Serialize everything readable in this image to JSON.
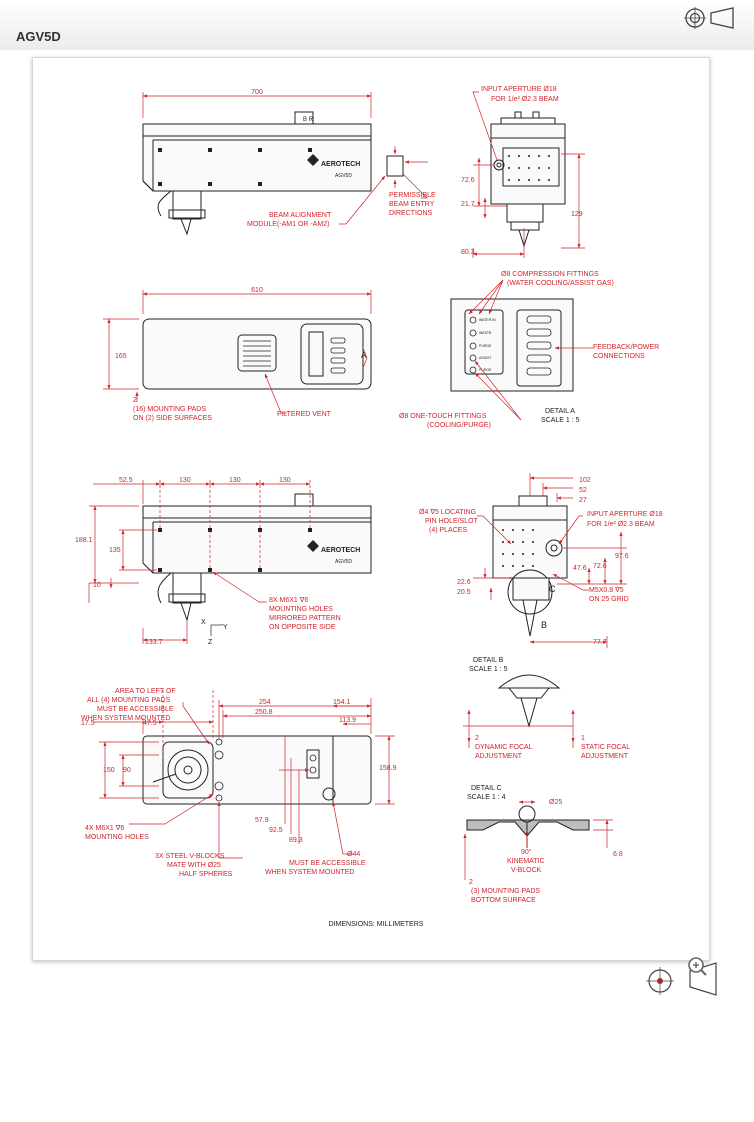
{
  "page": {
    "title": "AGV5D"
  },
  "icons": {
    "projection": "third-angle-projection-icon",
    "zoom": "zoom-in-icon"
  },
  "colors": {
    "dimension": "#d2232a",
    "outline": "#222222",
    "background": "#ffffff"
  },
  "drawing": {
    "footer": "DIMENSIONS: MILLIMETERS",
    "top": {
      "overall_length": "700",
      "left_label": "B R",
      "brand": "AEROTECH",
      "model": "AGV5D",
      "beam_module_1": "BEAM ALIGNMENT",
      "beam_module_2": "MODULE(-AM1 OR -AM2)",
      "permissible_1": "PERMISSIBLE",
      "permissible_2": "BEAM ENTRY",
      "permissible_3": "DIRECTIONS",
      "aperture_1": "INPUT APERTURE  Ø18",
      "aperture_2": "FOR 1/e² Ø2.3 BEAM",
      "d72_6": "72.6",
      "d21_7": "21.7",
      "d129": "129",
      "d80_3": "80.3"
    },
    "middle": {
      "overall_length": "610",
      "d165": "165",
      "pads_1": "2",
      "pads_2": "(16) MOUNTING PADS",
      "pads_3": "ON (2) SIDE SURFACES",
      "vent": "FILTERED VENT",
      "detail_ref": "A",
      "fittings_1": "Ø8 COMPRESSION FITTINGS",
      "fittings_2": "(WATER COOLING/ASSIST GAS)",
      "feedback_1": "FEEDBACK/POWER",
      "feedback_2": "CONNECTIONS",
      "touch_1": "Ø8 ONE-TOUCH FITTINGS",
      "touch_2": "(COOLING/PURGE)",
      "detail_a_1": "DETAIL A",
      "detail_a_2": "SCALE 1 : 5",
      "port_labels": [
        "WATER IN",
        "WATER",
        "PURGE",
        "ASSIST",
        "PURGE"
      ]
    },
    "side": {
      "d52_5": "52.5",
      "d130a": "130",
      "d130b": "130",
      "d130c": "130",
      "d188_1": "188.1",
      "d135": "135",
      "d10": "10",
      "holes_1": "8X M6X1 ∇6",
      "holes_2": "MOUNTING HOLES",
      "holes_3": "MIRRORED PATTERN",
      "holes_4": "ON OPPOSITE SIDE",
      "d133_7": "133.7",
      "axis_x": "X",
      "axis_y": "Y",
      "axis_z": "Z",
      "locating_1": "Ø4 ∇5 LOCATING",
      "locating_2": "PIN HOLE/SLOT",
      "locating_3": "(4) PLACES",
      "d102": "102",
      "d52": "52",
      "d27": "27",
      "aperture_1": "INPUT APERTURE  Ø18",
      "aperture_2": "FOR 1/e² Ø2.3 BEAM",
      "d97_6": "97.6",
      "d72_6": "72.6",
      "d47_6": "47.6",
      "d22_6": "22.6",
      "d20_5": "20.5",
      "m5_1": "M5X0.8 ∇5",
      "m5_2": "ON 25 GRID",
      "d77_7": "77.7",
      "ref_c": "C",
      "ref_b": "B"
    },
    "bottom": {
      "area_1": "AREA TO LEFT OF",
      "area_2": "ALL (4) MOUNTING PADS",
      "area_3": "MUST BE ACCESSIBLE",
      "area_4": "WHEN SYSTEM MOUNTED",
      "d17_5": "17.5",
      "d47_5": "47.5",
      "d254": "254",
      "d250_8": "250.8",
      "d154_1": "154.1",
      "d113_9": "113.9",
      "d150": "150",
      "d90": "90",
      "d158_9": "158.9",
      "d57_9": "57.9",
      "d92_5": "92.5",
      "d89_3": "89.3",
      "holes_1": "4X M6X1 ∇6",
      "holes_2": "MOUNTING HOLES",
      "vblock_1": "3X STEEL V-BLOCKS",
      "vblock_2": "MATE WITH  Ø25",
      "vblock_3": "HALF SPHERES",
      "access_1": "Ø44",
      "access_2": "MUST BE ACCESSIBLE",
      "access_3": "WHEN SYSTEM MOUNTED",
      "detail_b_1": "DETAIL B",
      "detail_b_2": "SCALE 1 : 5",
      "dyn_1": "2",
      "dyn_2": "DYNAMIC FOCAL",
      "dyn_3": "ADJUSTMENT",
      "static_1": "1",
      "static_2": "STATIC FOCAL",
      "static_3": "ADJUSTMENT",
      "detail_c_1": "DETAIL C",
      "detail_c_2": "SCALE 1 : 4",
      "d25": "Ø25",
      "d6_8": "6.8",
      "kin_1": "90°",
      "kin_2": "KINEMATIC",
      "kin_3": "V-BLOCK",
      "pads_1": "2",
      "pads_2": "(3) MOUNTING PADS",
      "pads_3": "BOTTOM SURFACE"
    }
  }
}
